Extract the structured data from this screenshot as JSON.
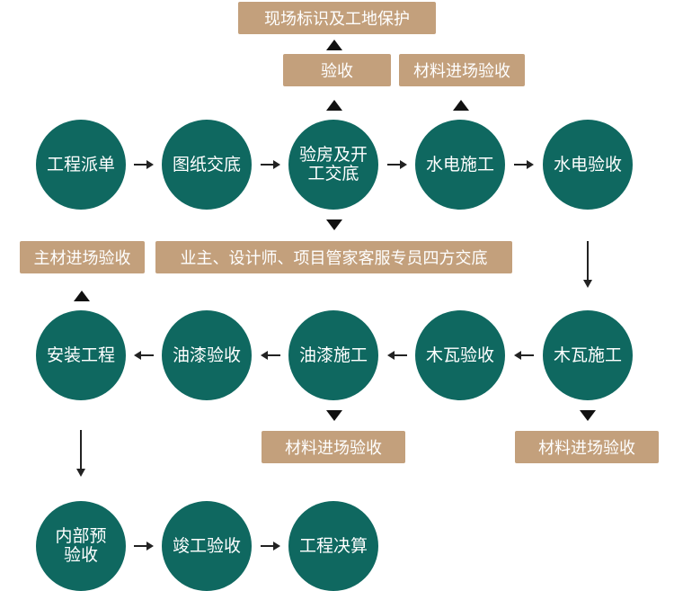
{
  "colors": {
    "node": "#0f6860",
    "tag": "#c3a07c",
    "arrow": "#222222"
  },
  "steps": {
    "s1": "工程派单",
    "s2": "图纸交底",
    "s3": "验房及开\n工交底",
    "s4": "水电施工",
    "s5": "水电验收",
    "s6": "木瓦施工",
    "s7": "木瓦验收",
    "s8": "油漆施工",
    "s9": "油漆验收",
    "s10": "安装工程",
    "s11": "内部预\n验收",
    "s12": "竣工验收",
    "s13": "工程决算"
  },
  "tags": {
    "site_protection": "现场标识及工地保护",
    "inspection": "验收",
    "material_1": "材料进场验收",
    "owner_briefing": "业主、设计师、项目管家客服专员四方交底",
    "main_material": "主材进场验收",
    "material_2": "材料进场验收",
    "material_3": "材料进场验收"
  }
}
